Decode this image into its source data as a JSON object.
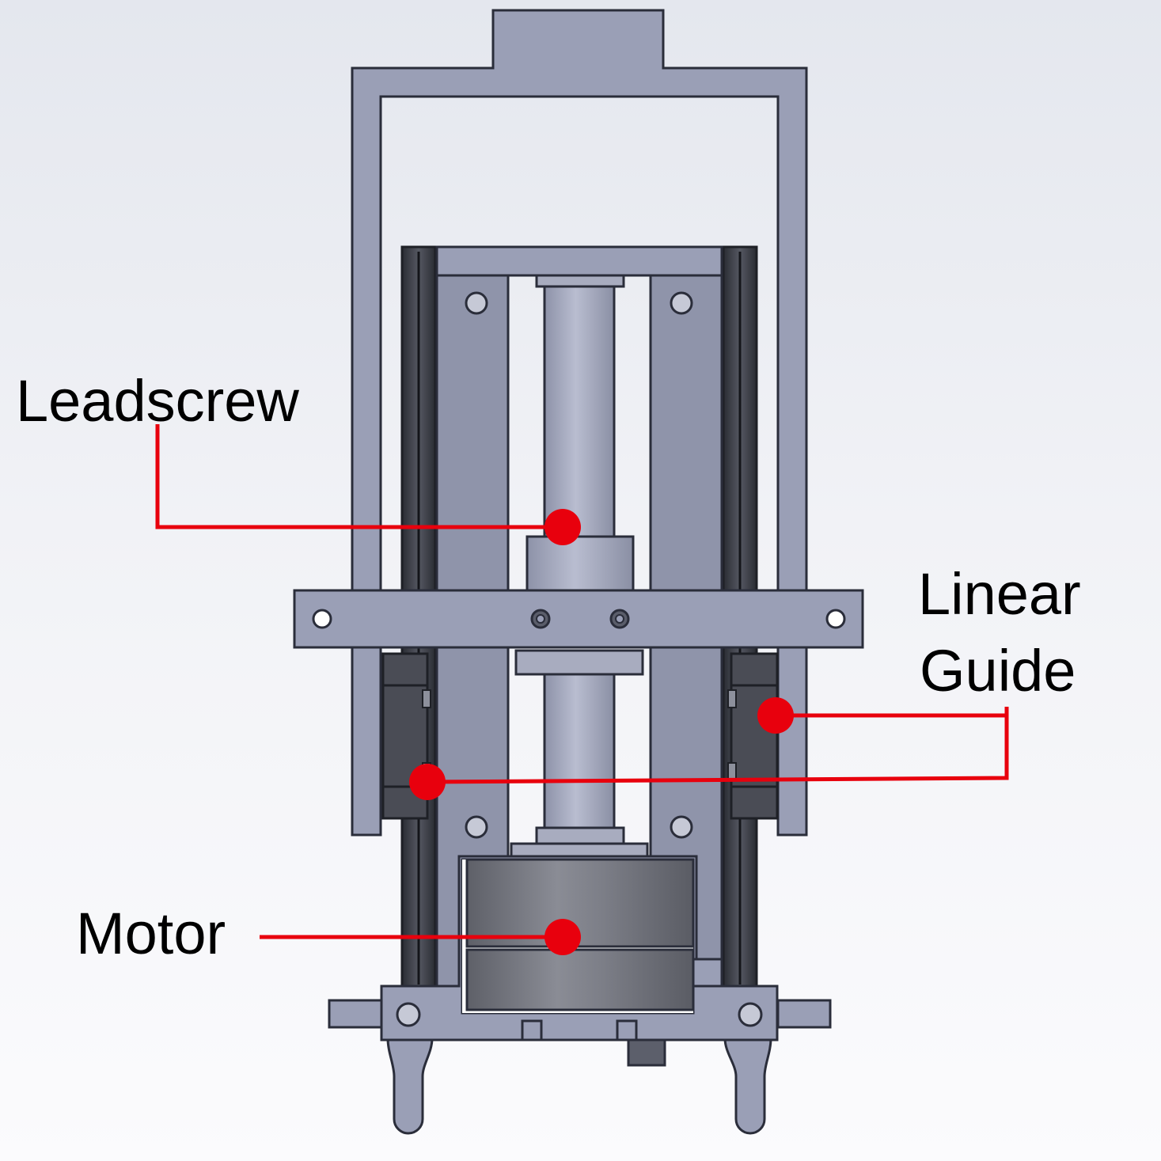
{
  "labels": {
    "leadscrew": "Leadscrew",
    "linear_guide_line1": "Linear",
    "linear_guide_line2": "Guide",
    "motor": "Motor"
  },
  "colors": {
    "part_light": "#9a9fb6",
    "part_mid": "#8f94aa",
    "outline": "#2a2d3a",
    "rail_dark": "#3a3c46",
    "motor_gray": "#6d6f78",
    "callout_red": "#e8000d"
  }
}
